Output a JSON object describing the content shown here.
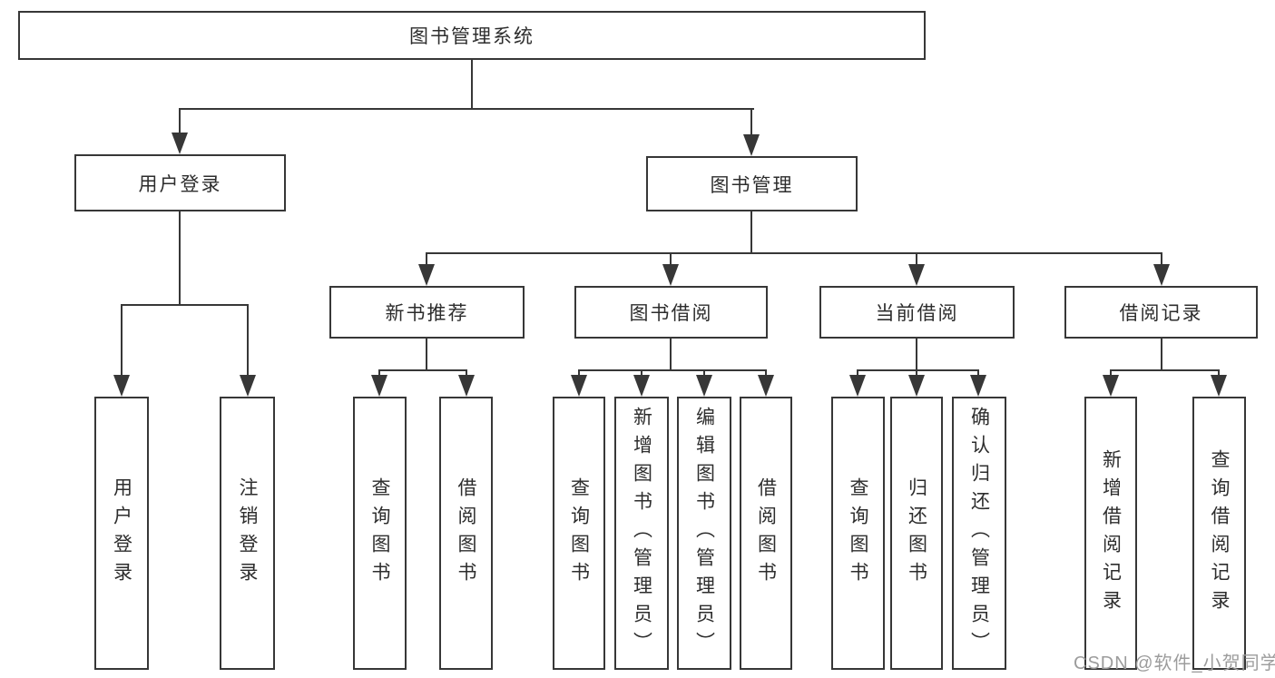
{
  "tree": {
    "label": "图书管理系统",
    "children": [
      {
        "label": "用户登录",
        "children": [
          {
            "label": "用户登录"
          },
          {
            "label": "注销登录"
          }
        ]
      },
      {
        "label": "图书管理",
        "children": [
          {
            "label": "新书推荐",
            "children": [
              {
                "label": "查询图书"
              },
              {
                "label": "借阅图书"
              }
            ]
          },
          {
            "label": "图书借阅",
            "children": [
              {
                "label": "查询图书"
              },
              {
                "label": "新增图书（管理员）"
              },
              {
                "label": "编辑图书（管理员）"
              },
              {
                "label": "借阅图书"
              }
            ]
          },
          {
            "label": "当前借阅",
            "children": [
              {
                "label": "查询图书"
              },
              {
                "label": "归还图书"
              },
              {
                "label": "确认归还（管理员）"
              }
            ]
          },
          {
            "label": "借阅记录",
            "children": [
              {
                "label": "新增借阅记录"
              },
              {
                "label": "查询借阅记录"
              }
            ]
          }
        ]
      }
    ]
  },
  "watermark": {
    "text": "CSDN @软件_小贺同学"
  },
  "colors": {
    "background": "#ffffff",
    "box_fill": "#ffffff",
    "box_border": "#373737",
    "line": "#373737",
    "text": "#2d2d2d",
    "watermark": "#9c9c9c"
  }
}
